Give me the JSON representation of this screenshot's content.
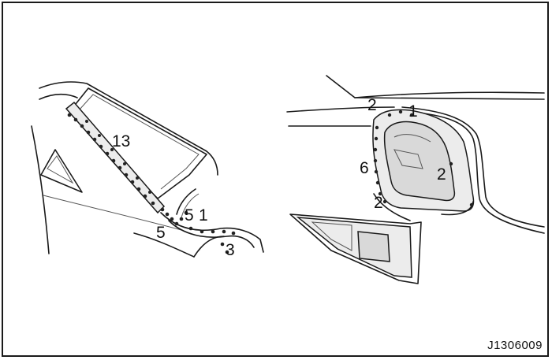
{
  "callouts": {
    "left": {
      "c13": "13",
      "c5a": "5",
      "c1": "1",
      "c5b": "5",
      "c3": "3"
    },
    "right": {
      "c2a": "2",
      "c1": "1",
      "c6": "6",
      "c2b": "2",
      "c2c": "2"
    }
  },
  "figure_id": "J1306009"
}
